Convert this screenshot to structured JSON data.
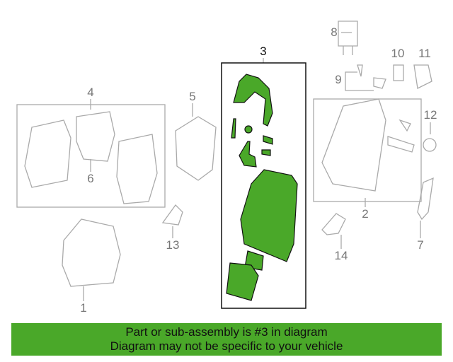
{
  "callouts": {
    "n1": "1",
    "n2": "2",
    "n3": "3",
    "n4": "4",
    "n5": "5",
    "n6": "6",
    "n7": "7",
    "n8": "8",
    "n9": "9",
    "n10": "10",
    "n11": "11",
    "n12": "12",
    "n13": "13",
    "n14": "14"
  },
  "banner": {
    "line1": "Part or sub-assembly is #3 in diagram",
    "line2": "Diagram may not be specific to your vehicle"
  },
  "colors": {
    "highlight": "#4aa829",
    "outline": "#999999"
  }
}
